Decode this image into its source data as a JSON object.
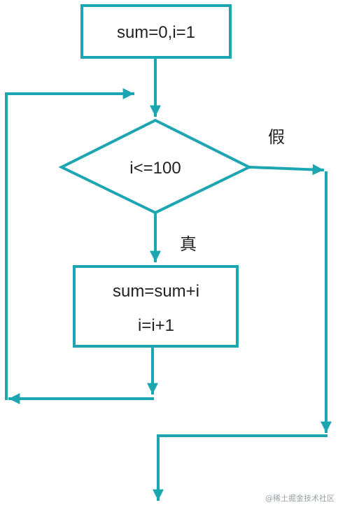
{
  "colors": {
    "stroke": "#1ca6b2",
    "text": "#222222",
    "background": "#ffffff"
  },
  "nodes": {
    "init": {
      "label": "sum=0,i=1"
    },
    "condition": {
      "label": "i<=100"
    },
    "body": {
      "line1": "sum=sum+i",
      "line2": "i=i+1"
    }
  },
  "edges": {
    "true_label": "真",
    "false_label": "假"
  },
  "watermark": "@稀土掘金技术社区"
}
